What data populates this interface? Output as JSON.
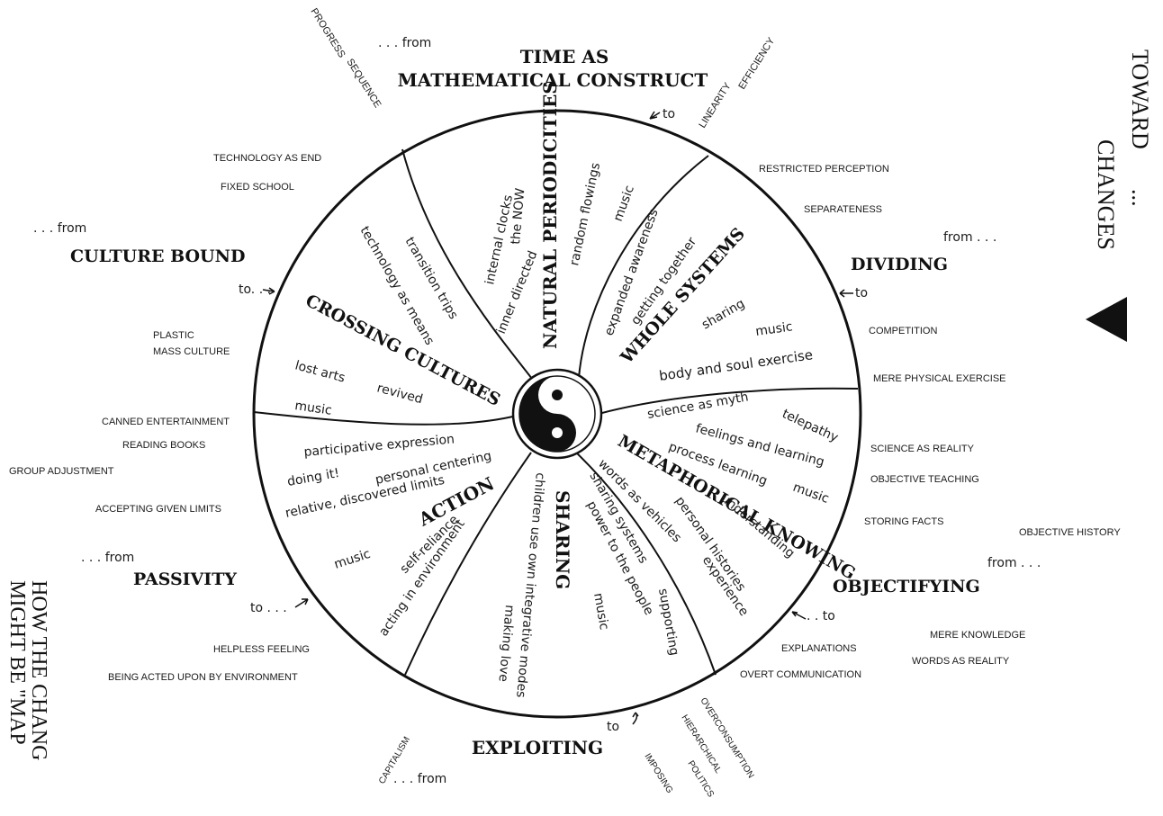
{
  "side_title": {
    "right_line1": "TOWARD",
    "right_line2": "CHANGES",
    "right_dots": "...",
    "left_line1": "HOW THE CHANG",
    "left_line2": "MIGHT BE \"MAP"
  },
  "outer": {
    "time": {
      "heading1": "TIME AS",
      "heading2": "MATHEMATICAL CONSTRUCT",
      "from_label": ". . . from",
      "to_label": "to",
      "from_items": [
        "PROGRESS",
        "SEQUENCE"
      ],
      "to_items": [
        "LINEARITY",
        "EFFICIENCY"
      ]
    },
    "dividing": {
      "heading": "DIVIDING",
      "from_label": "from . . .",
      "to_label": "to",
      "from_items": [
        "RESTRICTED PERCEPTION",
        "SEPARATENESS"
      ],
      "to_items": [
        "COMPETITION",
        "MERE PHYSICAL EXERCISE"
      ]
    },
    "objectifying": {
      "heading": "OBJECTIFYING",
      "from_label": "from . . .",
      "to_label": ". . to",
      "from_items": [
        "SCIENCE AS REALITY",
        "OBJECTIVE TEACHING",
        "STORING FACTS",
        "OBJECTIVE HISTORY"
      ],
      "to_items": [
        "MERE KNOWLEDGE",
        "WORDS AS REALITY",
        "EXPLANATIONS",
        "OVERT COMMUNICATION"
      ]
    },
    "exploiting": {
      "heading": "EXPLOITING",
      "from_label": ". . . from",
      "to_label": "to",
      "from_items": [
        "CAPITALISM"
      ],
      "to_items": [
        "OVERCONSUMPTION",
        "HIERARCHICAL",
        "POLITICS",
        "IMPOSING"
      ]
    },
    "passivity": {
      "heading": "PASSIVITY",
      "from_label": ". . . from",
      "to_label": "to . . .",
      "from_items": [
        "CANNED ENTERTAINMENT",
        "READING BOOKS",
        "GROUP ADJUSTMENT",
        "ACCEPTING GIVEN LIMITS"
      ],
      "to_items": [
        "HELPLESS FEELING",
        "BEING ACTED UPON BY ENVIRONMENT"
      ]
    },
    "culture": {
      "heading": "CULTURE BOUND",
      "from_label": ". . . from",
      "to_label": "to. . .",
      "from_items": [
        "TECHNOLOGY AS END",
        "FIXED SCHOOL"
      ],
      "to_items": [
        "PLASTIC",
        "MASS CULTURE"
      ]
    }
  },
  "wheel": {
    "natural": {
      "heading": "NATURAL PERIODICITIES",
      "items": [
        "inner directed",
        "internal clocks",
        "the NOW",
        "random flowings",
        "music"
      ]
    },
    "whole": {
      "heading": "WHOLE SYSTEMS",
      "items": [
        "expanded awareness",
        "getting together",
        "sharing",
        "music",
        "body and soul exercise"
      ]
    },
    "metaphorical": {
      "heading": "METAPHORICAL KNOWING",
      "items": [
        "science as myth",
        "telepathy",
        "feelings and learning",
        "process learning",
        "music",
        "words as vehicles",
        "personal histories",
        "understanding",
        "experience"
      ]
    },
    "sharing": {
      "heading": "SHARING",
      "items": [
        "children use own integrative modes",
        "sharing systems",
        "power to the people",
        "making love",
        "music",
        "supporting"
      ]
    },
    "action": {
      "heading": "ACTION",
      "items": [
        "participative expression",
        "doing it!",
        "personal centering",
        "relative, discovered limits",
        "self-reliance",
        "music",
        "acting in environment"
      ]
    },
    "crossing": {
      "heading": "CROSSING CULTURES",
      "items": [
        "transition trips",
        "technology as means",
        "lost arts",
        "revived",
        "music"
      ]
    }
  }
}
